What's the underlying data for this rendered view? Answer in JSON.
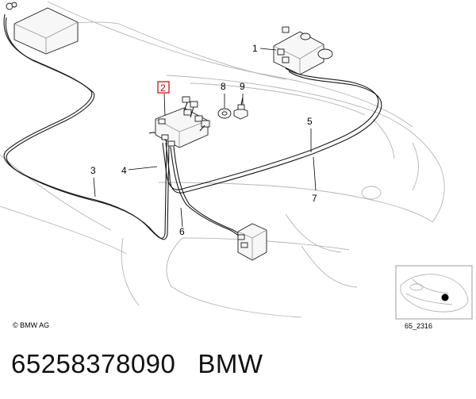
{
  "diagram": {
    "callouts": [
      {
        "id": "1",
        "label": "1"
      },
      {
        "id": "2",
        "label": "2",
        "highlighted": true
      },
      {
        "id": "3",
        "label": "3"
      },
      {
        "id": "4",
        "label": "4"
      },
      {
        "id": "5",
        "label": "5"
      },
      {
        "id": "6",
        "label": "6"
      },
      {
        "id": "7",
        "label": "7"
      },
      {
        "id": "8",
        "label": "8"
      },
      {
        "id": "9",
        "label": "9"
      }
    ],
    "copyright": "© BMW AG",
    "inset_ref": "65_2316",
    "highlight_color": "#cc0000"
  },
  "caption": {
    "part_number": "65258378090",
    "brand": "BMW"
  }
}
